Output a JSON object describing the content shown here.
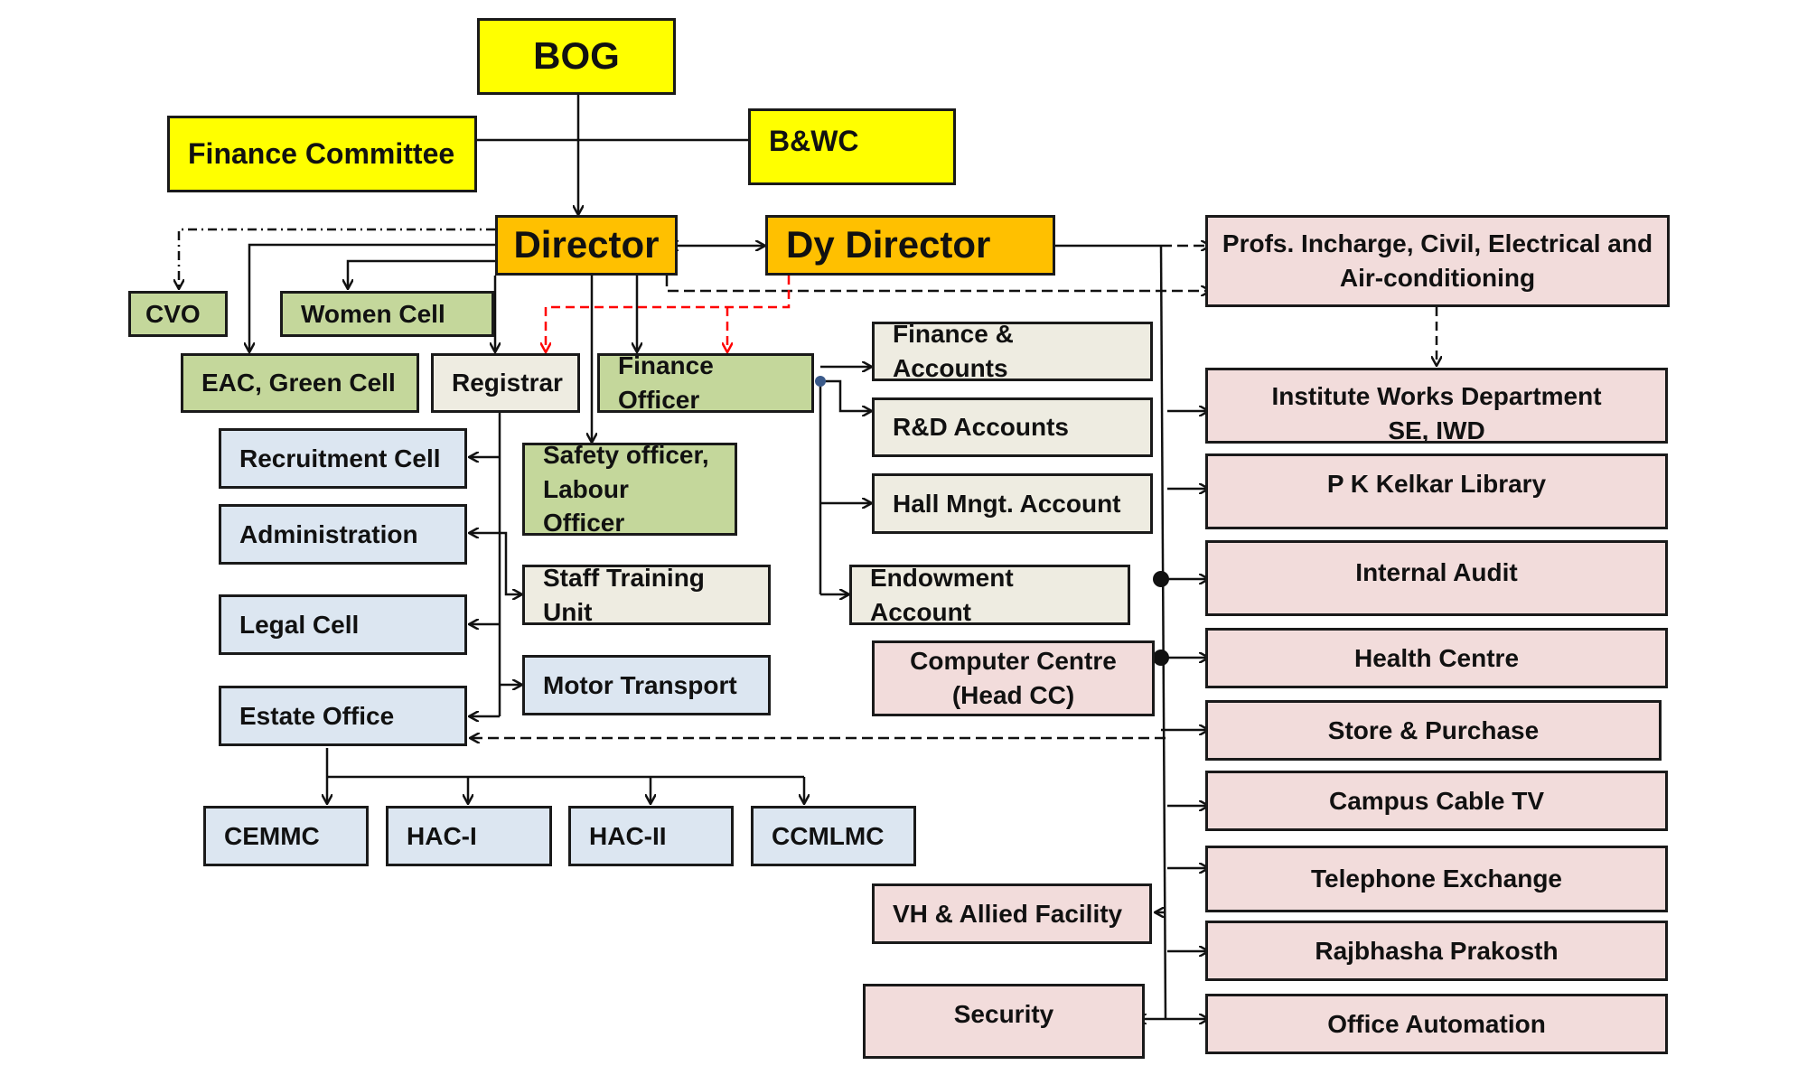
{
  "nodes": {
    "bog": "BOG",
    "finance_committee": "Finance Committee",
    "bwc": "B&WC",
    "director": "Director",
    "dy_director": "Dy Director",
    "cvo": "CVO",
    "women_cell": "Women Cell",
    "eac_green_cell": "EAC, Green Cell",
    "registrar": "Registrar",
    "finance_officer": "Finance Officer",
    "finance_accounts": "Finance & Accounts",
    "rd_accounts": "R&D Accounts",
    "hall_mngt_account": "Hall Mngt. Account",
    "endowment_account": "Endowment Account",
    "computer_centre": [
      "Computer Centre",
      "(Head CC)"
    ],
    "safety_officer": [
      "Safety officer,",
      "Labour Officer"
    ],
    "staff_training_unit": "Staff Training Unit",
    "motor_transport": "Motor Transport",
    "recruitment_cell": "Recruitment Cell",
    "administration": "Administration",
    "legal_cell": "Legal Cell",
    "estate_office": "Estate Office",
    "cemmc": "CEMMC",
    "hac_i": "HAC-I",
    "hac_ii": "HAC-II",
    "ccmlmc": "CCMLMC",
    "vh_allied": "VH & Allied Facility",
    "security": "Security",
    "profs_incharge": [
      "Profs. Incharge, Civil, Electrical and",
      "Air-conditioning"
    ],
    "iwd": [
      "Institute Works Department",
      "SE, IWD"
    ],
    "library": "P K Kelkar Library",
    "internal_audit": "Internal Audit",
    "health_centre": "Health Centre",
    "store_purchase": "Store & Purchase",
    "campus_cable": "Campus Cable TV",
    "telephone_exchange": "Telephone Exchange",
    "rajbhasha": "Rajbhasha Prakosth",
    "office_automation": "Office Automation"
  },
  "colors": {
    "governing": "#ffff00",
    "director": "#ffc000",
    "green_units": "#c4d79b",
    "accounts_units": "#eeece1",
    "admin_units": "#dce6f1",
    "services_units": "#f2dcdb",
    "line": "#111111",
    "dashed_red": "#ff0000"
  }
}
